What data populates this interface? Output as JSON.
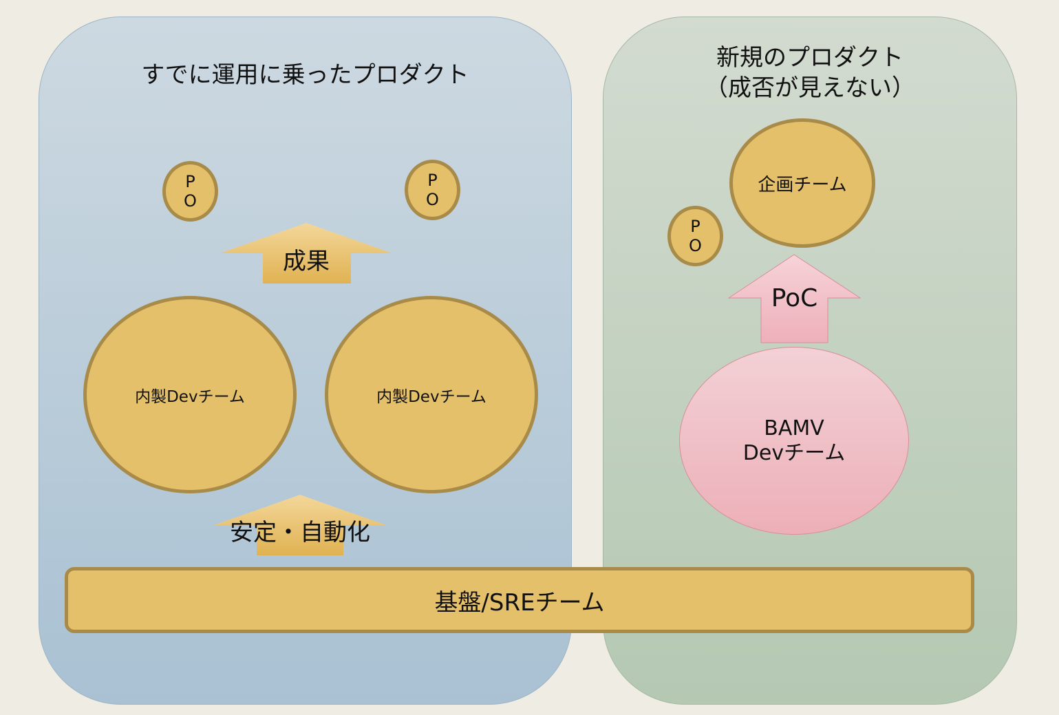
{
  "left_panel": {
    "title": "すでに運用に乗ったプロダクト",
    "po_left": "P O",
    "po_right": "P O",
    "arrow_result": "成果",
    "dev_team_left": "内製Devチーム",
    "dev_team_right": "内製Devチーム",
    "arrow_stability": "安定・自動化"
  },
  "right_panel": {
    "title_line1": "新規のプロダクト",
    "title_line2": "（成否が見えない）",
    "planning_team": "企画チーム",
    "po": "P O",
    "arrow_poc": "PoC",
    "bamv_line1": "BAMV",
    "bamv_line2": "Devチーム"
  },
  "platform": {
    "label": "基盤/SREチーム"
  },
  "colors": {
    "left_panel": "#bccfdb",
    "right_panel": "#c4d2c1",
    "gold_fill": "#e5c06a",
    "gold_border": "#a88b48",
    "pink_fill": "#efbfc7"
  }
}
